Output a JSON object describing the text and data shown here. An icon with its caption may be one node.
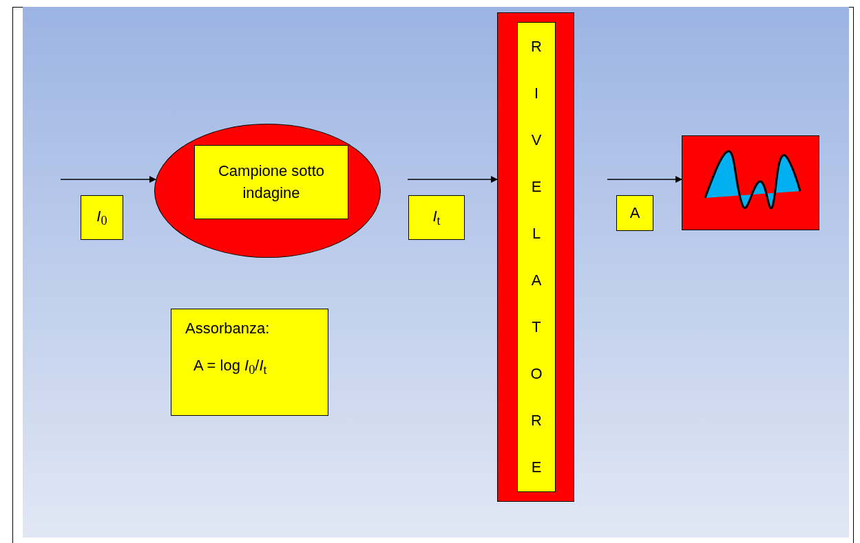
{
  "diagram": {
    "nodes": [
      {
        "text": [
          "*I*$_{0}$"
        ]
      },
      {
        "text": [],
        "shape": "ellipse"
      },
      {
        "text": [
          "Campione sotto indagine"
        ],
        "in": 1
      },
      {
        "text": [
          "*I*$_{t}$"
        ]
      },
      {
        "text": [],
        "shape": "bar"
      },
      {
        "text": [
          "R I V E L A T O R E"
        ],
        "in": 4
      },
      {
        "text": [
          "A"
        ]
      },
      {
        "text": [],
        "shape": "box"
      },
      {
        "text": [
          "Assorbanza:",
          "A = log *I*$_{0}$/*I*$_{t}$"
        ]
      }
    ],
    "edges": [
      {
        "from": null,
        "to": 1,
        "arrow": "to"
      },
      {
        "from": null,
        "to": 4,
        "arrow": "to"
      },
      {
        "from": null,
        "to": 7,
        "arrow": "to"
      }
    ]
  }
}
